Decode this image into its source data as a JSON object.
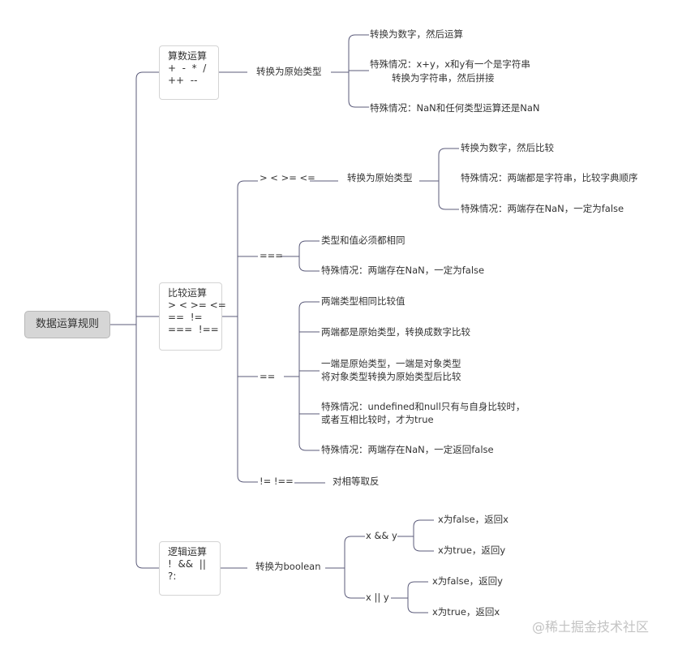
{
  "root": "数据运算规则",
  "arith": {
    "lines": [
      "算数运算",
      "+  -  *  /",
      "++  --"
    ],
    "convert": "转换为原始类型",
    "leaves": [
      [
        "转换为数字，然后运算"
      ],
      [
        "特殊情况：x+y，x和y有一个是字符串",
        "转换为字符串，然后拼接"
      ],
      [
        "特殊情况：NaN和任何类型运算还是NaN"
      ]
    ]
  },
  "compare": {
    "lines": [
      "比较运算",
      "> < >= <=",
      "==  !=",
      "===  !=="
    ],
    "rel": {
      "label": "> < >= <=",
      "convert": "转换为原始类型",
      "leaves": [
        "转换为数字，然后比较",
        "特殊情况：两端都是字符串，比较字典顺序",
        "特殊情况：两端存在NaN，一定为false"
      ]
    },
    "strict": {
      "label": "===",
      "leaves": [
        "类型和值必须都相同",
        "特殊情况：两端存在NaN，一定为false"
      ]
    },
    "loose": {
      "label": "==",
      "leaves": [
        [
          "两端类型相同比较值"
        ],
        [
          "两端都是原始类型，转换成数字比较"
        ],
        [
          "一端是原始类型，一端是对象类型",
          "将对象类型转换为原始类型后比较"
        ],
        [
          "特殊情况：undefined和null只有与自身比较时，",
          "或者互相比较时，才为true"
        ],
        [
          "特殊情况：两端存在NaN，一定返回false"
        ]
      ]
    },
    "neq": {
      "label": "!=  !==",
      "text": "对相等取反"
    }
  },
  "logic": {
    "lines": [
      "逻辑运算",
      "!  &&  ||",
      "?:"
    ],
    "convert": "转换为boolean",
    "and": {
      "label": "x && y",
      "leaves": [
        "x为false，返回x",
        "x为true，返回y"
      ]
    },
    "or": {
      "label": "x || y",
      "leaves": [
        "x为false，返回y",
        "x为true，返回x"
      ]
    }
  },
  "watermark": "@稀土掘金技术社区",
  "colors": {
    "line": "#5b5b7a",
    "root_bg": "#d6d6d6",
    "box_border": "#d4d4d4"
  }
}
